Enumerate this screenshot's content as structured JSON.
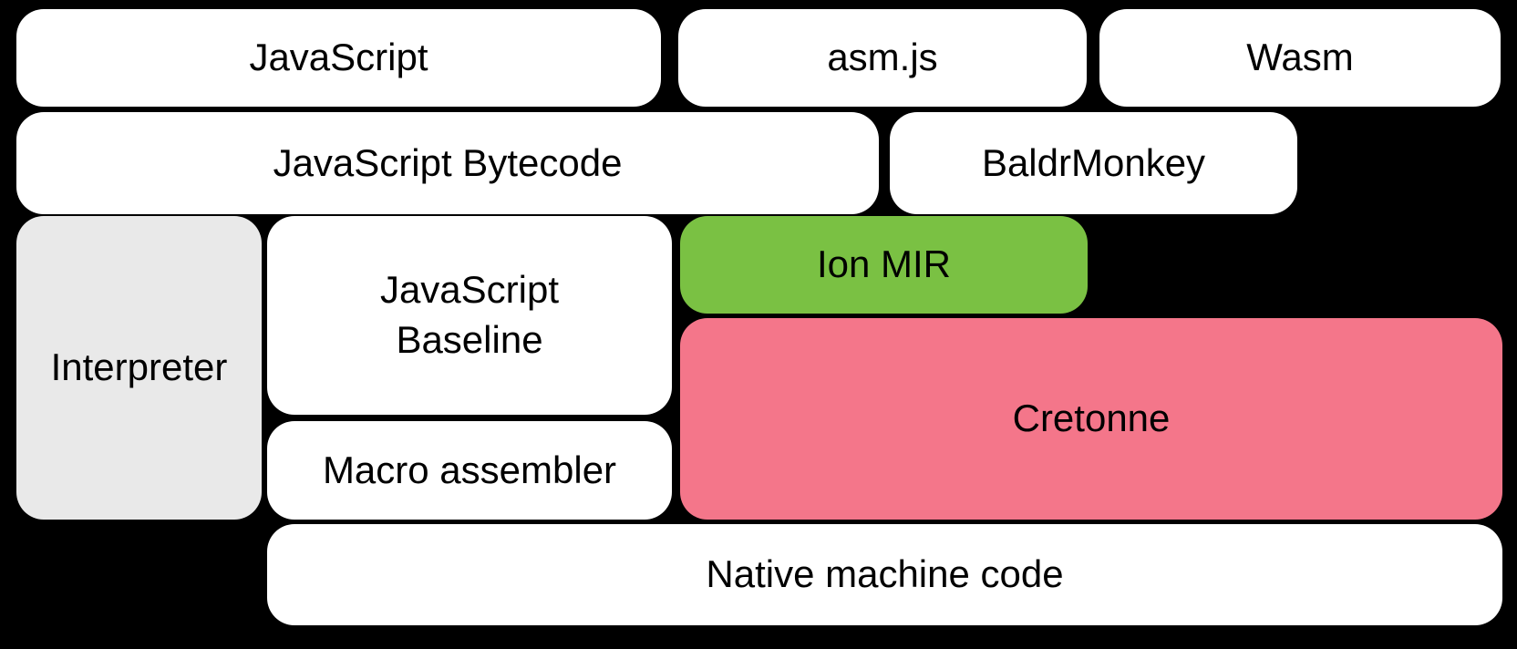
{
  "diagram": {
    "title": "SpiderMonkey compiler pipeline diagram",
    "colors": {
      "background": "#000000",
      "box_white": "#ffffff",
      "box_gray": "#e9e9e9",
      "box_green": "#7ac143",
      "box_pink": "#f4768a",
      "text": "#000000"
    },
    "boxes": {
      "javascript": {
        "label": "JavaScript",
        "fill": "#ffffff"
      },
      "asmjs": {
        "label": "asm.js",
        "fill": "#ffffff"
      },
      "wasm": {
        "label": "Wasm",
        "fill": "#ffffff"
      },
      "bytecode": {
        "label": "JavaScript Bytecode",
        "fill": "#ffffff"
      },
      "baldrmonkey": {
        "label": "BaldrMonkey",
        "fill": "#ffffff"
      },
      "interpreter": {
        "label": "Interpreter",
        "fill": "#e9e9e9"
      },
      "baseline": {
        "label": "JavaScript\nBaseline",
        "fill": "#ffffff"
      },
      "ionmir": {
        "label": "Ion MIR",
        "fill": "#7ac143"
      },
      "cretonne": {
        "label": "Cretonne",
        "fill": "#f4768a"
      },
      "macro": {
        "label": "Macro assembler",
        "fill": "#ffffff"
      },
      "native": {
        "label": "Native machine code",
        "fill": "#ffffff"
      }
    }
  }
}
